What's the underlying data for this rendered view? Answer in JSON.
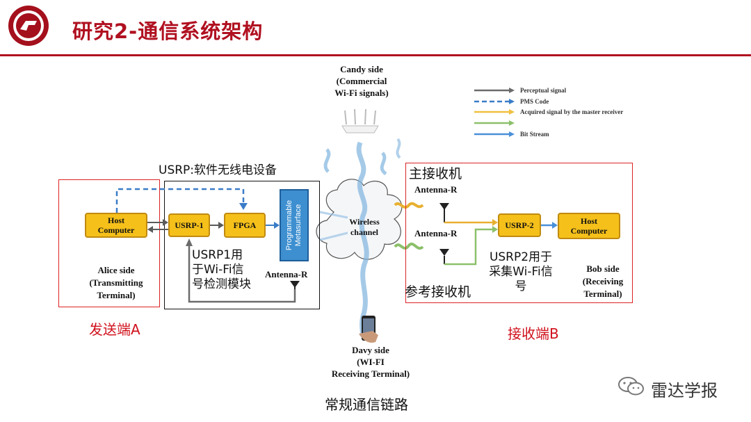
{
  "header": {
    "title": "研究2-通信系统架构"
  },
  "legend": [
    {
      "label": "Perceptual signal",
      "color": "#6b6b6b",
      "style": "solid"
    },
    {
      "label": "PMS Code",
      "color": "#3a7cc7",
      "style": "dashed"
    },
    {
      "label": "Acquired signal by the master receiver",
      "color": "#f0c040",
      "style": "solid"
    },
    {
      "label": "",
      "color": "#8cc06a",
      "style": "solid"
    },
    {
      "label": "Bit Stream",
      "color": "#4a90d9",
      "style": "solid"
    }
  ],
  "candy": {
    "line1": "Candy side",
    "line2": "(Commercial",
    "line3": "Wi-Fi signals)"
  },
  "davy": {
    "line1": "Davy side",
    "line2": "(WI-FI",
    "line3": "Receiving Terminal)"
  },
  "wireless": {
    "line1": "Wireless",
    "line2": "channel"
  },
  "alice": {
    "host_line1": "Host",
    "host_line2": "Computer",
    "side_line1": "Alice side",
    "side_line2": "(Transmitting",
    "side_line3": "Terminal)",
    "caption": "发送端A"
  },
  "usrp_box": {
    "caption": "USRP:软件无线电设备",
    "usrp1": "USRP-1",
    "fpga": "FPGA",
    "meta_line1": "Programmable",
    "meta_line2": "Metasurface",
    "note_line1": "USRP1用",
    "note_line2": "于Wi-Fi信",
    "note_line3": "号检测模块",
    "antenna": "Antenna-R"
  },
  "bob": {
    "main_receiver": "主接收机",
    "ref_receiver": "参考接收机",
    "antenna_top": "Antenna-R",
    "antenna_mid": "Antenna-R",
    "usrp2": "USRP-2",
    "host_line1": "Host",
    "host_line2": "Computer",
    "note_line1": "USRP2用于",
    "note_line2": "采集Wi-Fi信",
    "note_line3": "号",
    "side_line1": "Bob side",
    "side_line2": "(Receiving",
    "side_line3": "Terminal)",
    "caption": "接收端B"
  },
  "footer": {
    "caption": "常规通信链路",
    "watermark": "雷达学报"
  }
}
